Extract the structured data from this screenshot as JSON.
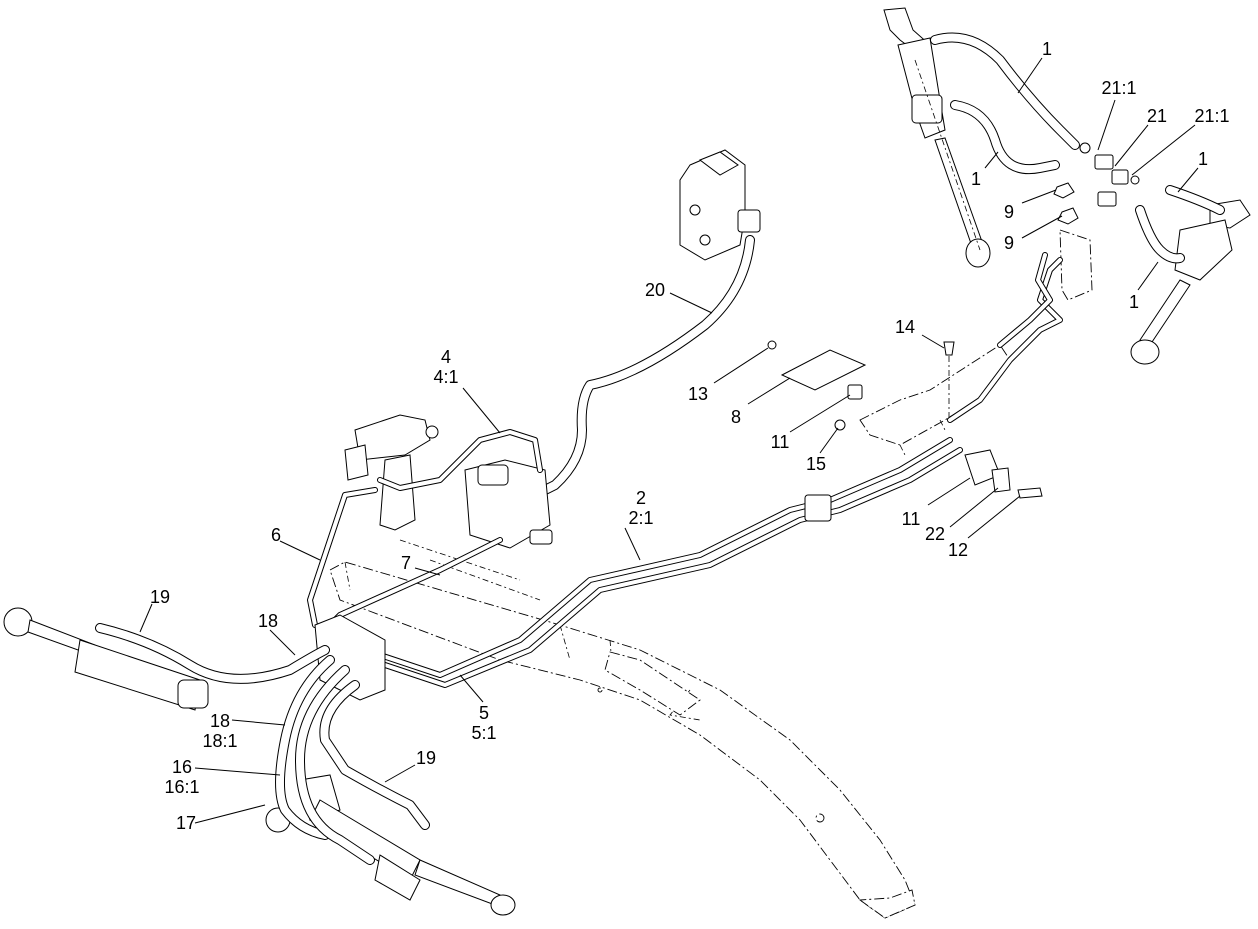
{
  "callouts": [
    {
      "id": "c1a",
      "lines": [
        "1"
      ]
    },
    {
      "id": "c1b",
      "lines": [
        "1"
      ]
    },
    {
      "id": "c1c",
      "lines": [
        "1"
      ]
    },
    {
      "id": "c1d",
      "lines": [
        "1"
      ]
    },
    {
      "id": "c21a",
      "lines": [
        "21:1"
      ]
    },
    {
      "id": "c21",
      "lines": [
        "21"
      ]
    },
    {
      "id": "c21b",
      "lines": [
        "21:1"
      ]
    },
    {
      "id": "c9a",
      "lines": [
        "9"
      ]
    },
    {
      "id": "c9b",
      "lines": [
        "9"
      ]
    },
    {
      "id": "c20",
      "lines": [
        "20"
      ]
    },
    {
      "id": "c4",
      "lines": [
        "4",
        "4:1"
      ]
    },
    {
      "id": "c14",
      "lines": [
        "14"
      ]
    },
    {
      "id": "c13",
      "lines": [
        "13"
      ]
    },
    {
      "id": "c8",
      "lines": [
        "8"
      ]
    },
    {
      "id": "c11a",
      "lines": [
        "11"
      ]
    },
    {
      "id": "c15",
      "lines": [
        "15"
      ]
    },
    {
      "id": "c2",
      "lines": [
        "2",
        "2:1"
      ]
    },
    {
      "id": "c11b",
      "lines": [
        "11"
      ]
    },
    {
      "id": "c22",
      "lines": [
        "22"
      ]
    },
    {
      "id": "c12",
      "lines": [
        "12"
      ]
    },
    {
      "id": "c6",
      "lines": [
        "6"
      ]
    },
    {
      "id": "c7",
      "lines": [
        "7"
      ]
    },
    {
      "id": "c19a",
      "lines": [
        "19"
      ]
    },
    {
      "id": "c18a",
      "lines": [
        "18"
      ]
    },
    {
      "id": "c5",
      "lines": [
        "5",
        "5:1"
      ]
    },
    {
      "id": "c18b",
      "lines": [
        "18",
        "18:1"
      ]
    },
    {
      "id": "c19b",
      "lines": [
        "19"
      ]
    },
    {
      "id": "c16",
      "lines": [
        "16",
        "16:1"
      ]
    },
    {
      "id": "c17",
      "lines": [
        "17"
      ]
    }
  ]
}
